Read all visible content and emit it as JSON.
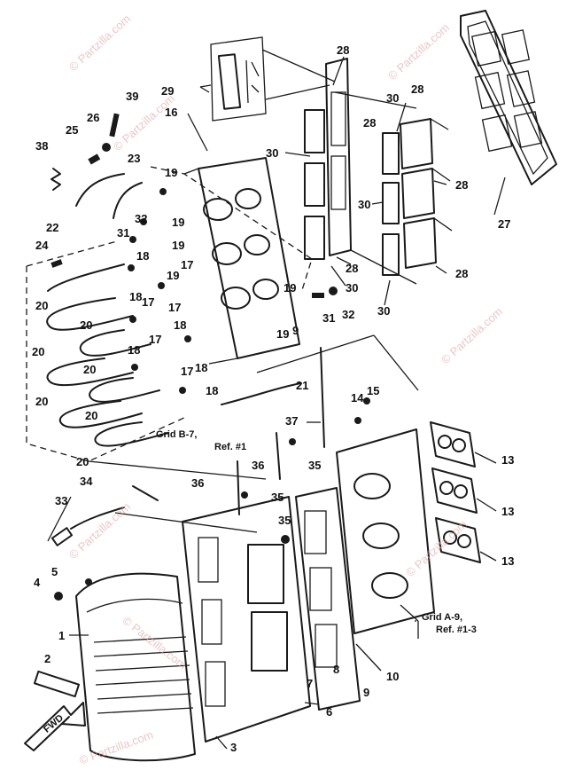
{
  "watermark": "© Partzilla.com",
  "fwd_label": "FWD",
  "references": {
    "grid_b7": "Grid B-7,",
    "grid_b7_ref": "Ref. #1",
    "grid_a9": "Grid A-9,",
    "grid_a9_ref": "Ref. #1-3"
  },
  "callouts": {
    "c1": "1",
    "c2": "2",
    "c3": "3",
    "c4": "4",
    "c5": "5",
    "c6": "6",
    "c7": "7",
    "c8": "8",
    "c9": "9",
    "c10": "10",
    "c13a": "13",
    "c13b": "13",
    "c13c": "13",
    "c14": "14",
    "c15": "15",
    "c16": "16",
    "c17a": "17",
    "c17b": "17",
    "c17c": "17",
    "c17d": "17",
    "c18a": "18",
    "c18b": "18",
    "c18c": "18",
    "c18d": "18",
    "c18e": "18",
    "c18f": "18",
    "c19a": "19",
    "c19b": "19",
    "c19c": "19",
    "c19d": "19",
    "c19e": "19",
    "c20a": "20",
    "c20b": "20",
    "c20c": "20",
    "c20d": "20",
    "c20e": "20",
    "c20f": "20",
    "c20g": "20",
    "c21": "21",
    "c22": "22",
    "c23": "23",
    "c24": "24",
    "c25": "25",
    "c26": "26",
    "c27": "27",
    "c28a": "28",
    "c28b": "28",
    "c28c": "28",
    "c28d": "28",
    "c28e": "28",
    "c29": "29",
    "c30a": "30",
    "c30b": "30",
    "c30c": "30",
    "c30d": "30",
    "c31a": "31",
    "c31b": "31",
    "c32a": "32",
    "c32b": "32",
    "c33": "33",
    "c34": "34",
    "c35a": "35",
    "c35b": "35",
    "c35c": "35",
    "c36a": "36",
    "c36b": "36",
    "c37": "37",
    "c38": "38",
    "c39": "39"
  }
}
